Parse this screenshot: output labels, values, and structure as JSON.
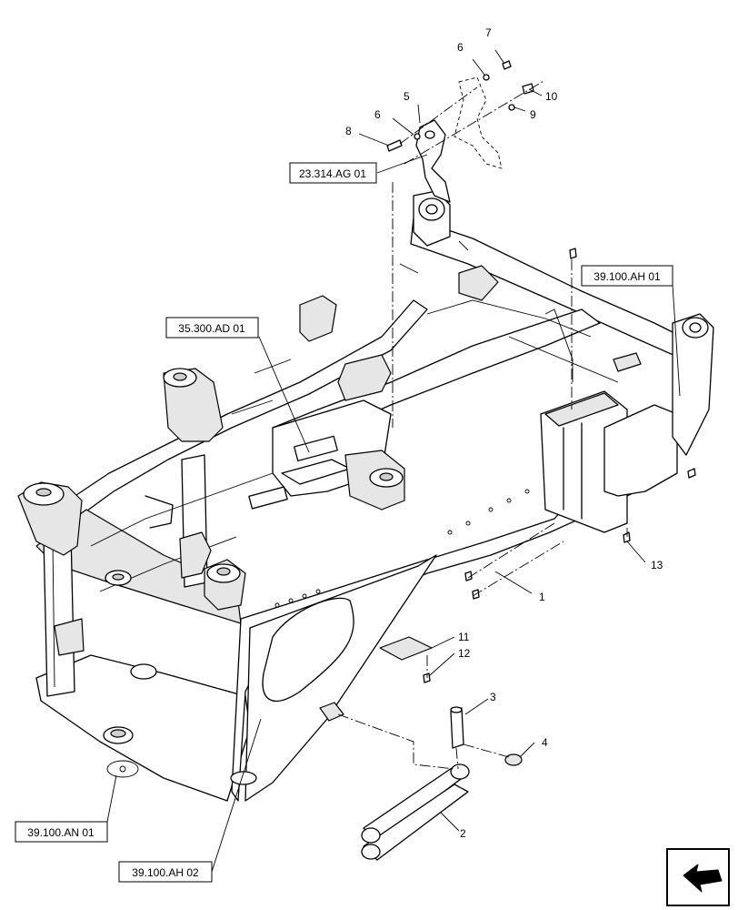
{
  "callouts": [
    "1",
    "2",
    "3",
    "4",
    "5",
    "6",
    "6",
    "7",
    "8",
    "9",
    "10",
    "11",
    "12",
    "13"
  ],
  "references": [
    "23.314.AG 01",
    "35.300.AD 01",
    "39.100.AH 01",
    "39.100.AN 01",
    "39.100.AH 02"
  ],
  "nav_icon": "arrow-back-icon"
}
